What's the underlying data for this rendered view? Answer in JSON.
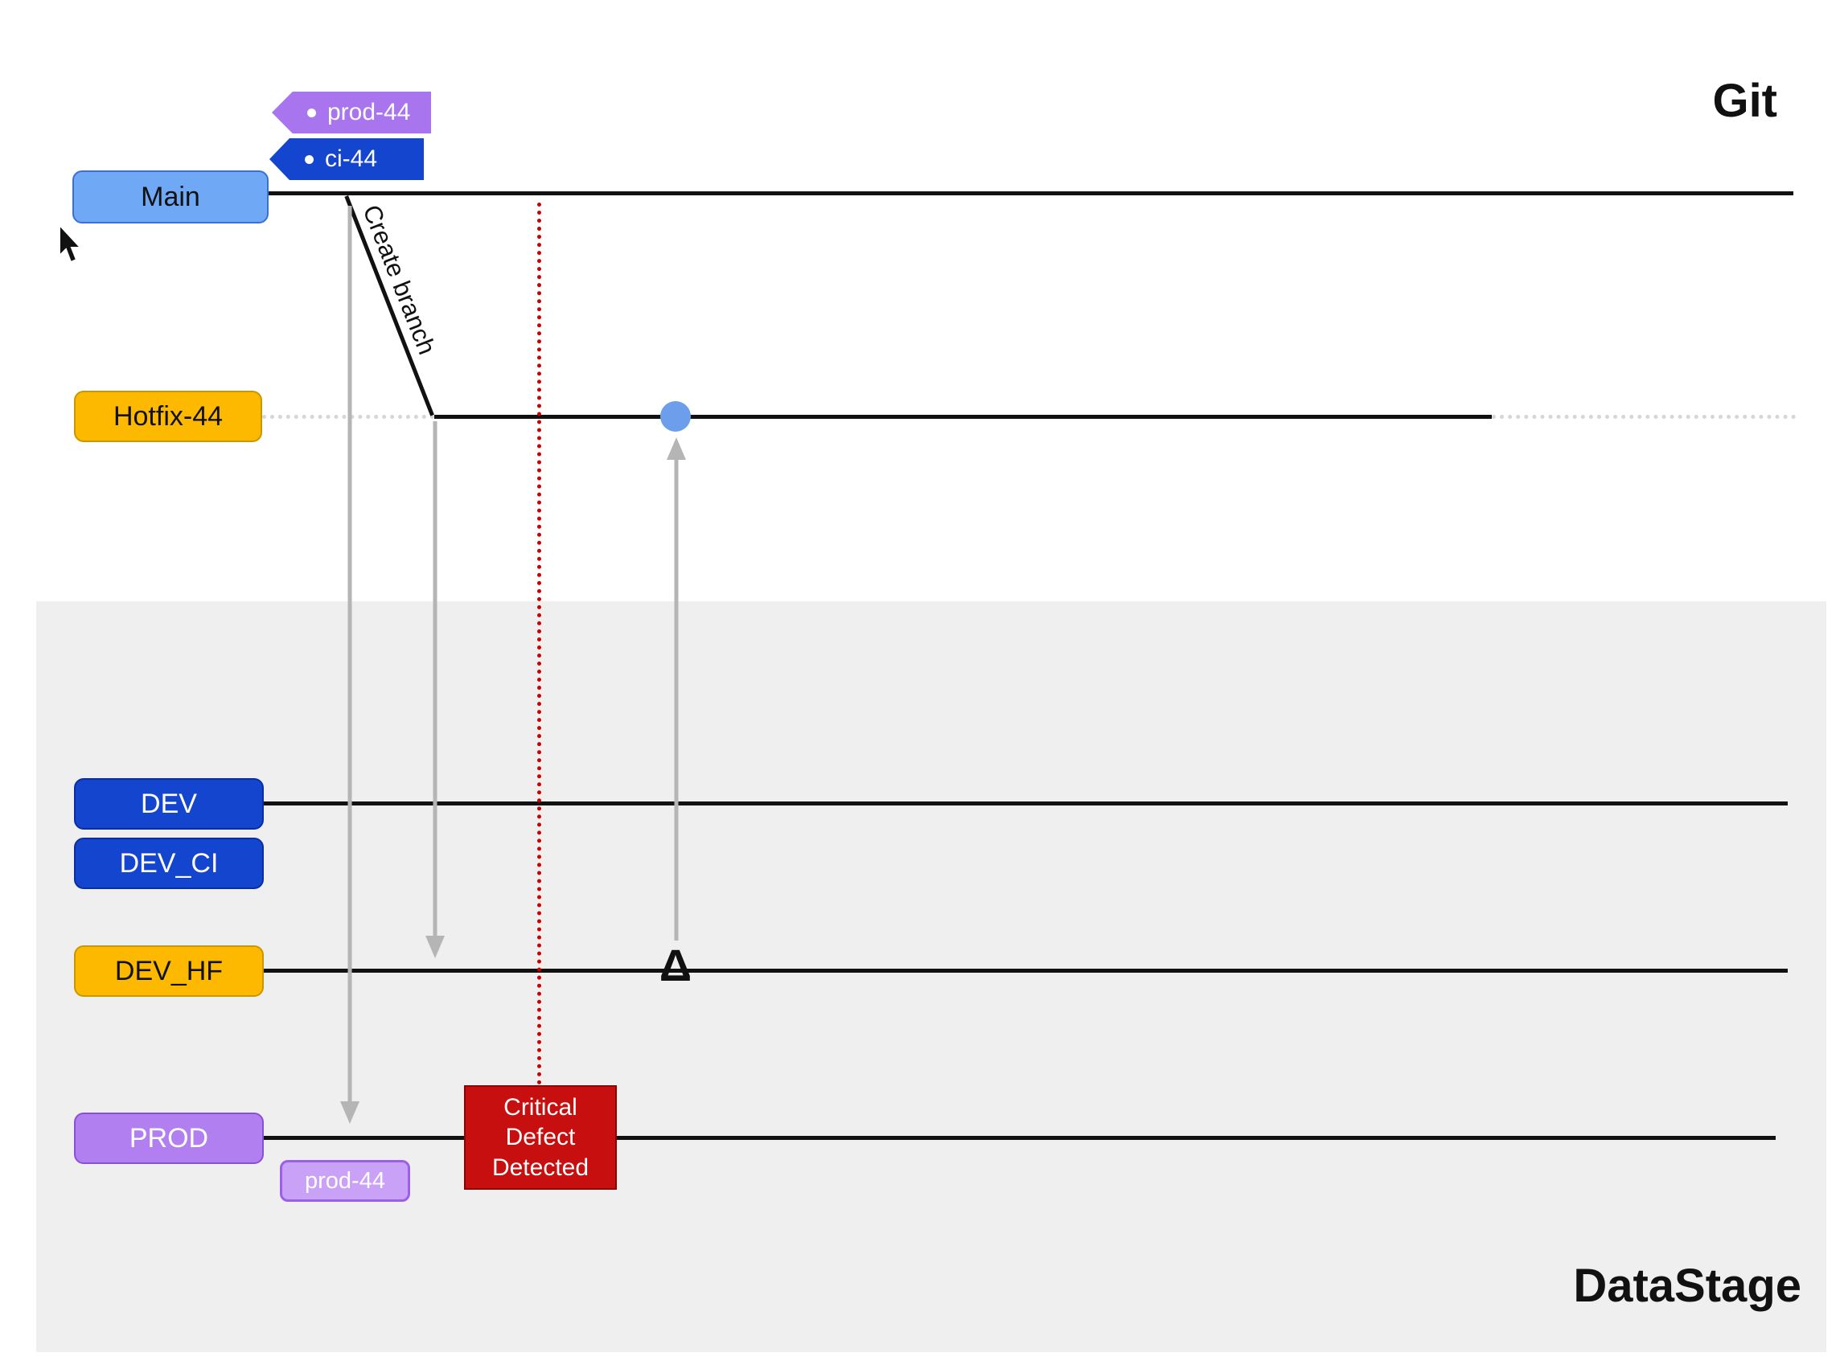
{
  "titles": {
    "git": "Git",
    "datastage": "DataStage"
  },
  "git": {
    "branches": {
      "main": {
        "label": "Main"
      },
      "hotfix": {
        "label": "Hotfix-44"
      }
    },
    "tags": {
      "prod": "prod-44",
      "ci": "ci-44"
    },
    "create_branch_label": "Create branch"
  },
  "datastage": {
    "environments": {
      "dev": "DEV",
      "dev_ci": "DEV_CI",
      "dev_hf": "DEV_HF",
      "prod": "PROD"
    },
    "prod_tag": "prod-44",
    "defect_notice": "Critical Defect Detected"
  },
  "symbols": {
    "delta": "Δ"
  },
  "colors": {
    "main_fill": "#6fa8f5",
    "gold_fill": "#fcb900",
    "blue_fill": "#1445cf",
    "purple_fill": "#b27ff0",
    "tag_purple": "#a875ef",
    "light_purple_tag": "#c9a1f7",
    "defect_red": "#c70f0f",
    "timeline_red": "#cc0000",
    "arrow_gray": "#b5b5b5",
    "commit_dot_blue": "#6d9eeb",
    "datastage_bg": "#efefef"
  }
}
